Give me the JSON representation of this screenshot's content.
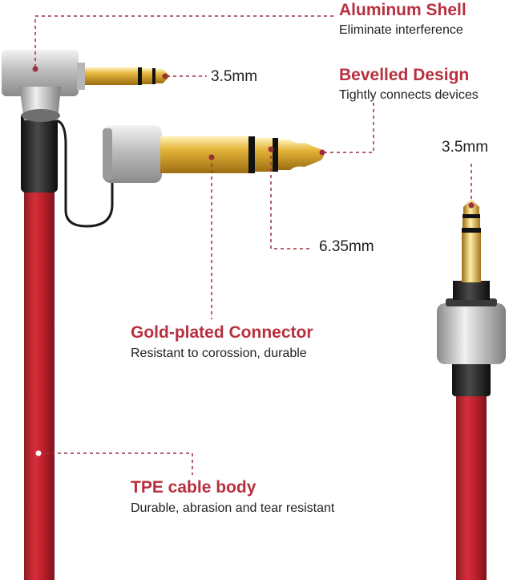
{
  "colors": {
    "accent": "#b8303f",
    "cable": "#c0212d",
    "gold": "#d9a92e",
    "silver": "#c8c8c8",
    "leader": "#9b2f3a"
  },
  "features": {
    "aluminum_shell": {
      "title": "Aluminum Shell",
      "desc": "Eliminate interference"
    },
    "bevelled_design": {
      "title": "Bevelled Design",
      "desc": "Tightly connects devices"
    },
    "gold_plated": {
      "title": "Gold-plated Connector",
      "desc": "Resistant to corossion, durable"
    },
    "tpe_cable": {
      "title": "TPE cable body",
      "desc": "Durable, abrasion and tear resistant"
    }
  },
  "dimensions": {
    "right_angle_plug": "3.5mm",
    "adapter_plug": "6.35mm",
    "straight_plug": "3.5mm"
  }
}
